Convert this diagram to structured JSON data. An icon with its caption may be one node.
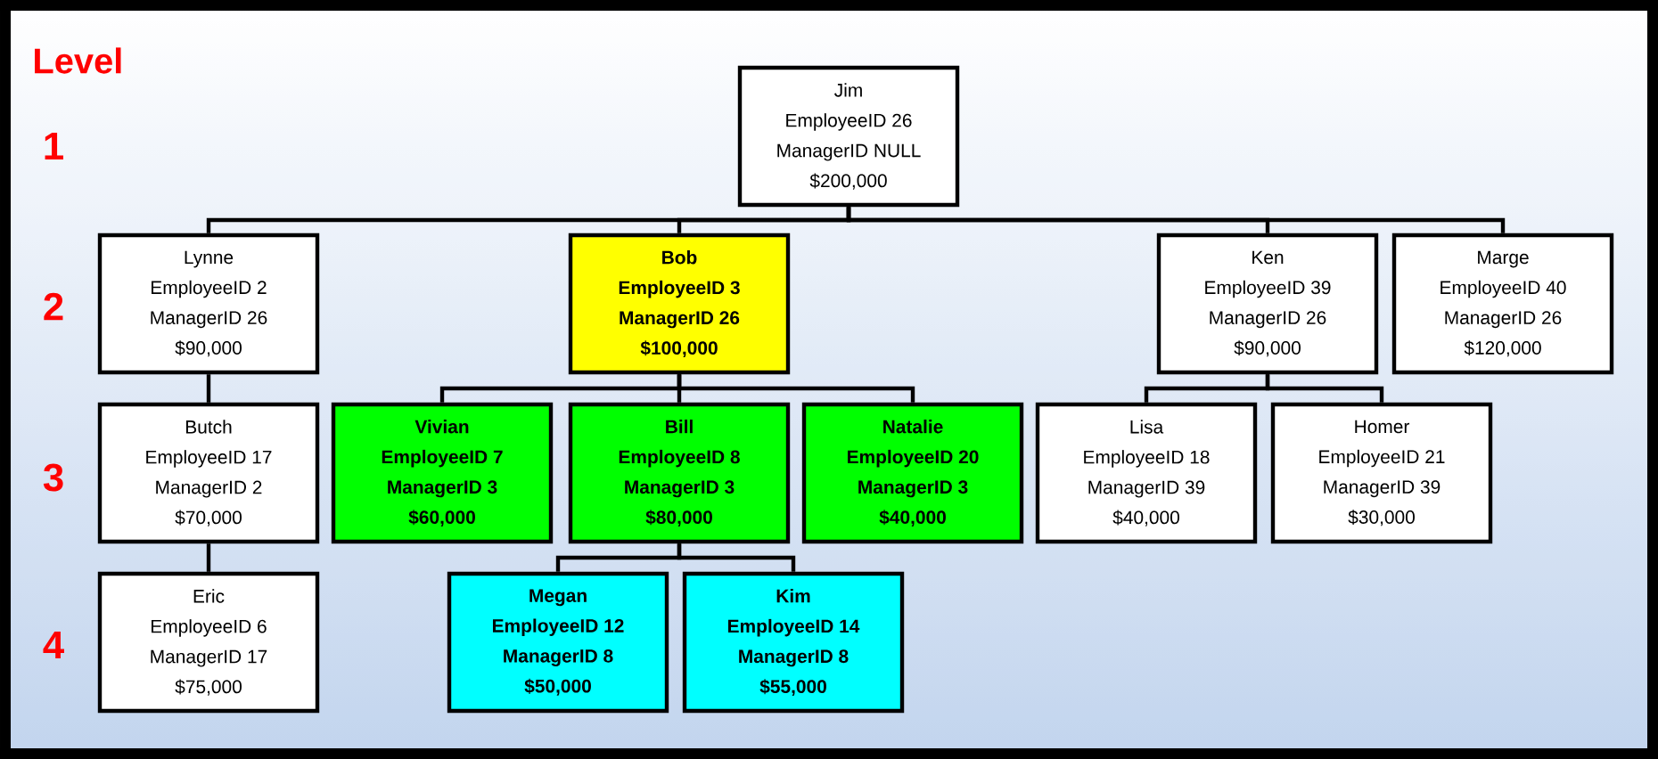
{
  "diagram": {
    "nodes": [
      {
        "text": [
          "Jim",
          "EmployeeID 26",
          "ManagerID NULL",
          "$200,000"
        ]
      },
      {
        "text": [
          "Lynne",
          "EmployeeID 2",
          "ManagerID 26",
          "$90,000"
        ]
      },
      {
        "text": [
          "Bob",
          "EmployeeID 3",
          "ManagerID 26",
          "$100,000"
        ]
      },
      {
        "text": [
          "Ken",
          "EmployeeID 39",
          "ManagerID 26",
          "$90,000"
        ]
      },
      {
        "text": [
          "Marge",
          "EmployeeID 40",
          "ManagerID 26",
          "$120,000"
        ]
      },
      {
        "text": [
          "Butch",
          "EmployeeID 17",
          "ManagerID 2",
          "$70,000"
        ]
      },
      {
        "text": [
          "Vivian",
          "EmployeeID 7",
          "ManagerID 3",
          "$60,000"
        ]
      },
      {
        "text": [
          "Bill",
          "EmployeeID 8",
          "ManagerID 3",
          "$80,000"
        ]
      },
      {
        "text": [
          "Natalie",
          "EmployeeID 20",
          "ManagerID 3",
          "$40,000"
        ]
      },
      {
        "text": [
          "Lisa",
          "EmployeeID 18",
          "ManagerID 39",
          "$40,000"
        ]
      },
      {
        "text": [
          "Homer",
          "EmployeeID 21",
          "ManagerID 39",
          "$30,000"
        ]
      },
      {
        "text": [
          "Eric",
          "EmployeeID 6",
          "ManagerID 17",
          "$75,000"
        ]
      },
      {
        "text": [
          "Megan",
          "EmployeeID 12",
          "ManagerID 8",
          "$50,000"
        ]
      },
      {
        "text": [
          "Kim",
          "EmployeeID 14",
          "ManagerID 8",
          "$55,000"
        ]
      }
    ],
    "edges": [
      {
        "from": 0,
        "to": 1,
        "arrow": "none"
      },
      {
        "from": 0,
        "to": 2,
        "arrow": "none"
      },
      {
        "from": 0,
        "to": 3,
        "arrow": "none"
      },
      {
        "from": 0,
        "to": 4,
        "arrow": "none"
      },
      {
        "from": 1,
        "to": 5,
        "arrow": "none"
      },
      {
        "from": 2,
        "to": 6,
        "arrow": "none"
      },
      {
        "from": 2,
        "to": 7,
        "arrow": "none"
      },
      {
        "from": 2,
        "to": 8,
        "arrow": "none"
      },
      {
        "from": 3,
        "to": 9,
        "arrow": "none"
      },
      {
        "from": 3,
        "to": 10,
        "arrow": "none"
      },
      {
        "from": 5,
        "to": 11,
        "arrow": "none"
      },
      {
        "from": 7,
        "to": 12,
        "arrow": "none"
      },
      {
        "from": 7,
        "to": 13,
        "arrow": "none"
      }
    ],
    "labels": [
      "Level",
      "1",
      "2",
      "3",
      "4"
    ]
  }
}
